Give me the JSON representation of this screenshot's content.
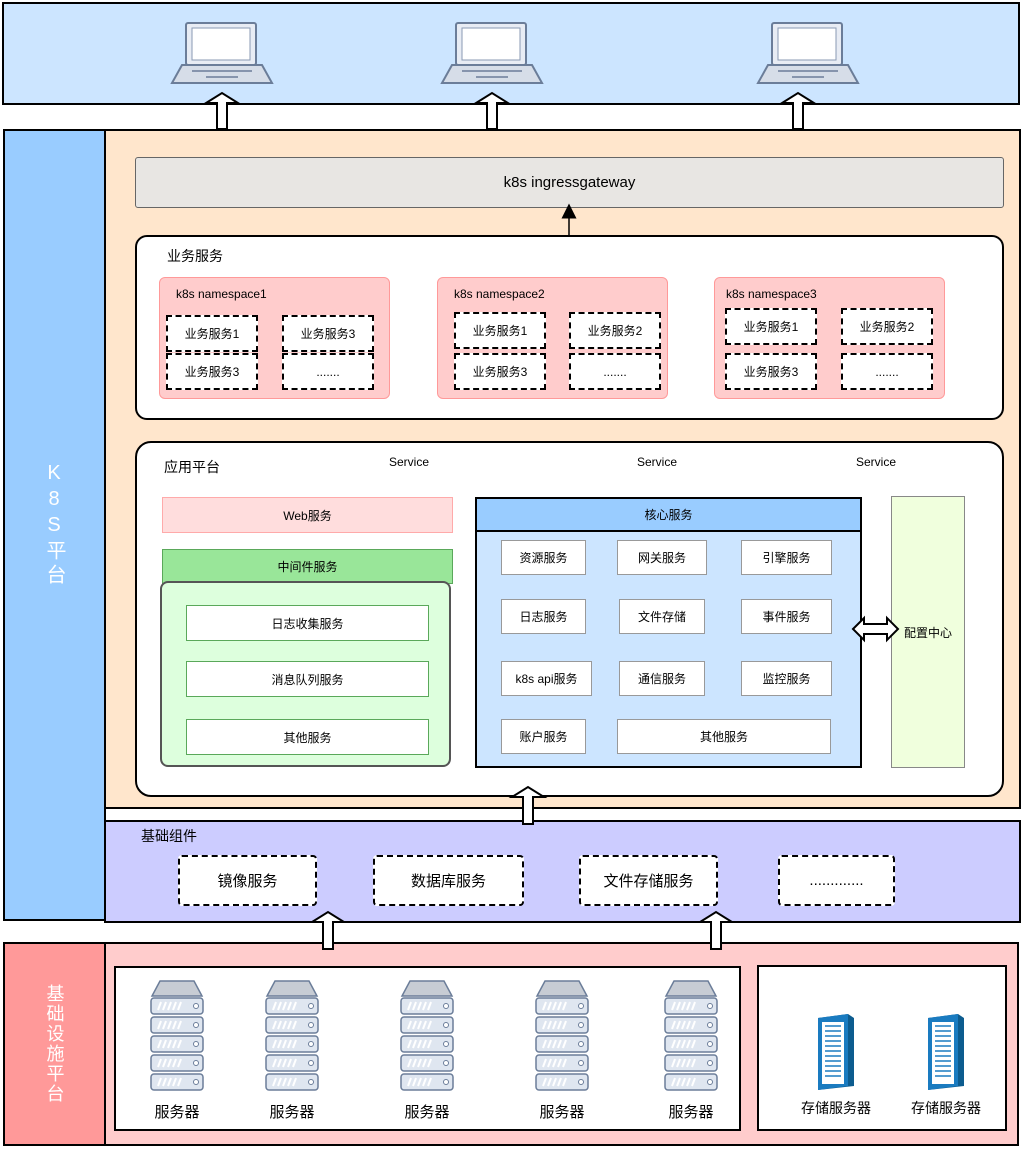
{
  "k8s_platform_label": "K8S平台",
  "gateway_label": "k8s ingressgateway",
  "business": {
    "title": "业务服务",
    "namespaces": [
      {
        "name": "k8s namespace1",
        "services": [
          "业务服务1",
          "业务服务3",
          "业务服务3",
          "......."
        ]
      },
      {
        "name": "k8s namespace2",
        "services": [
          "业务服务1",
          "业务服务2",
          "业务服务3",
          "......."
        ]
      },
      {
        "name": "k8s namespace3",
        "services": [
          "业务服务1",
          "业务服务2",
          "业务服务3",
          "......."
        ]
      }
    ]
  },
  "app_platform": {
    "title": "应用平台",
    "service_labels": [
      "Service",
      "Service",
      "Service"
    ],
    "web_label": "Web服务",
    "middleware": {
      "title": "中间件服务",
      "items": [
        "日志收集服务",
        "消息队列服务",
        "其他服务"
      ]
    },
    "core": {
      "title": "核心服务",
      "items": [
        "资源服务",
        "网关服务",
        "引擎服务",
        "日志服务",
        "文件存储",
        "事件服务",
        "k8s api服务",
        "通信服务",
        "监控服务",
        "账户服务",
        "其他服务"
      ]
    },
    "config_label": "配置中心"
  },
  "base_components": {
    "title": "基础组件",
    "items": [
      "镜像服务",
      "数据库服务",
      "文件存储服务",
      "............."
    ]
  },
  "infra": {
    "label": "基础设施平台",
    "servers": [
      "服务器",
      "服务器",
      "服务器",
      "服务器",
      "服务器"
    ],
    "storage": [
      "存储服务器",
      "存储服务器"
    ]
  },
  "colors": {
    "client_bg": "#cce5ff",
    "k8s_side": "#99ccff",
    "k8s_bg": "#ffe6cc",
    "gateway_bg": "#e8e6e3",
    "namespace_bg": "#ffcccc",
    "web_bg": "#ffdddd",
    "middleware_header": "#99e699",
    "middleware_bg": "#ddffdd",
    "core_header": "#99ccff",
    "core_bg": "#cce5ff",
    "config_bg": "#f0ffdd",
    "base_bg": "#ccccff",
    "infra_side": "#ff9999",
    "infra_bg": "#ffcccc"
  }
}
